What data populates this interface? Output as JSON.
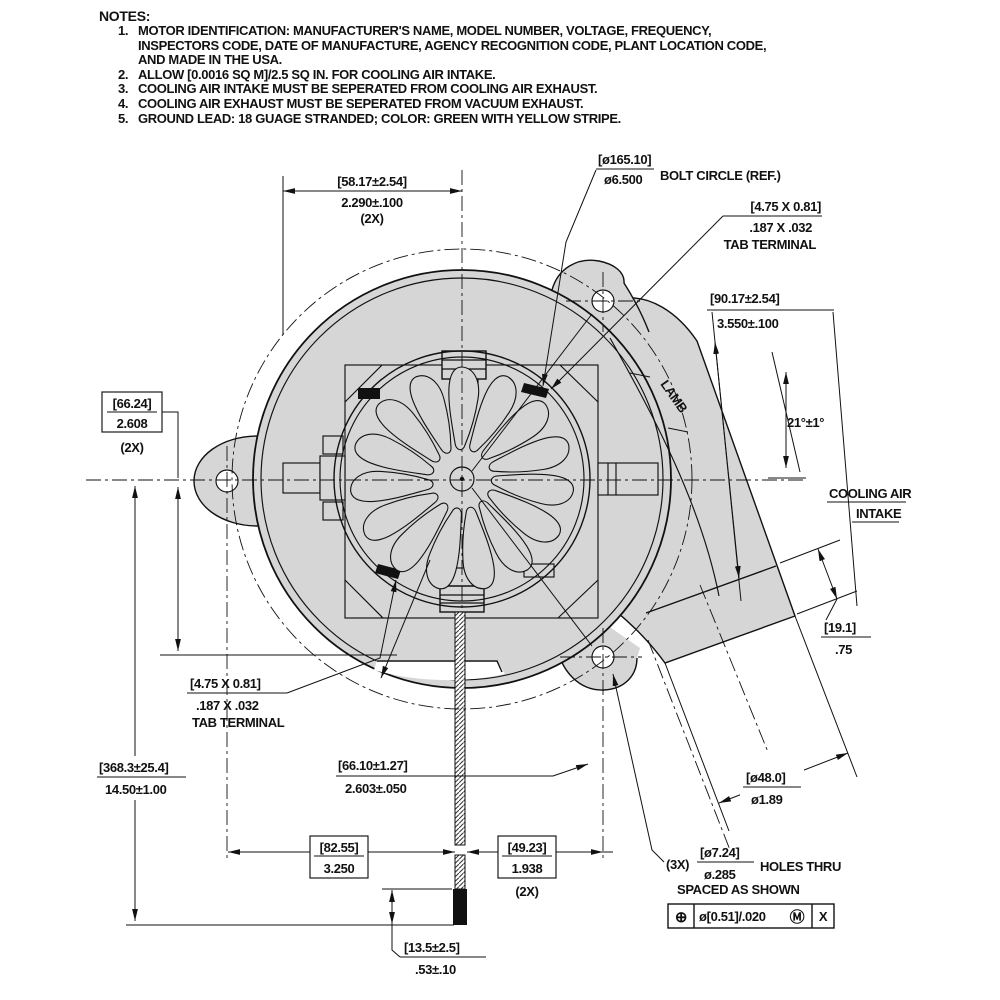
{
  "notes": {
    "title": "NOTES:",
    "items": [
      {
        "num": "1.",
        "text": "MOTOR IDENTIFICATION: MANUFACTURER'S NAME, MODEL NUMBER, VOLTAGE, FREQUENCY, INSPECTORS CODE, DATE OF MANUFACTURE, AGENCY RECOGNITION CODE, PLANT LOCATION CODE, AND MADE IN THE USA."
      },
      {
        "num": "2.",
        "text": "ALLOW [0.0016 SQ M]/2.5 SQ IN. FOR COOLING AIR INTAKE."
      },
      {
        "num": "3.",
        "text": "COOLING AIR INTAKE MUST BE SEPERATED FROM COOLING AIR EXHAUST."
      },
      {
        "num": "4.",
        "text": "COOLING AIR EXHAUST MUST BE SEPERATED FROM VACUUM EXHAUST."
      },
      {
        "num": "5.",
        "text": "GROUND LEAD: 18 GUAGE STRANDED; COLOR: GREEN WITH YELLOW STRIPE."
      }
    ]
  },
  "callouts": {
    "dim_top_width": {
      "metric": "[58.17±2.54]",
      "inch": "2.290±.100",
      "qty": "(2X)"
    },
    "bolt_circle": {
      "metric": "[ø165.10]",
      "inch": "ø6.500",
      "label": "BOLT CIRCLE (REF.)"
    },
    "tab_terminal_top": {
      "metric": "[4.75 X 0.81]",
      "inch": ".187 X .032",
      "label": "TAB TERMINAL"
    },
    "dim_motor_length": {
      "metric": "[90.17±2.54]",
      "inch": "3.550±.100"
    },
    "angle": {
      "value": "21°±1°"
    },
    "cooling_air": {
      "line1": "COOLING AIR",
      "line2": "INTAKE"
    },
    "dim_tab_height": {
      "metric": "[66.24]",
      "inch": "2.608",
      "qty": "(2X)"
    },
    "dim_cap_step": {
      "metric": "[19.1]",
      "inch": ".75"
    },
    "tab_terminal_bottom": {
      "metric": "[4.75 X 0.81]",
      "inch": ".187 X .032",
      "label": "TAB TERMINAL"
    },
    "dim_lead_length": {
      "metric": "[368.3±25.4]",
      "inch": "14.50±1.00"
    },
    "dim_ear_offset": {
      "metric": "[66.10±1.27]",
      "inch": "2.603±.050"
    },
    "dim_motor_dia": {
      "metric": "[ø48.0]",
      "inch": "ø1.89"
    },
    "dim_left_spacing": {
      "metric": "[82.55]",
      "inch": "3.250"
    },
    "dim_right_spacing": {
      "metric": "[49.23]",
      "inch": "1.938",
      "qty": "(2X)"
    },
    "holes_note": {
      "qty": "(3X)",
      "metric": "[ø7.24]",
      "inch": "ø.285",
      "line1": "HOLES THRU",
      "line2": "SPACED AS SHOWN"
    },
    "fcf": {
      "symbol": "⊕",
      "tolerance": "ø[0.51]/.020",
      "modifier": "Ⓜ",
      "datum": "X"
    },
    "dim_strip_length": {
      "metric": "[13.5±2.5]",
      "inch": ".53±.10"
    },
    "brand": "LAMB"
  }
}
